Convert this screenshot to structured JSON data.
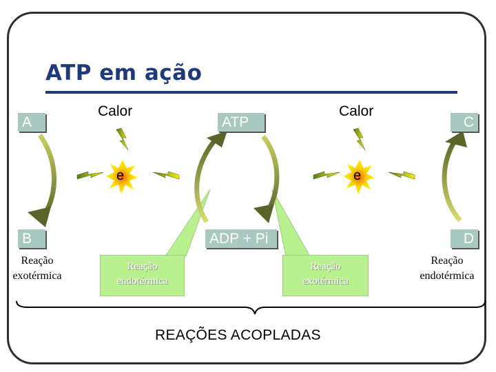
{
  "title": "ATP em ação",
  "labels": {
    "a": "A",
    "b": "B",
    "c": "C",
    "d": "D",
    "atp": "ATP",
    "adp": "ADP + Pi",
    "calor_left": "Calor",
    "calor_right": "Calor",
    "e_left": "e",
    "e_right": "e"
  },
  "reactions": {
    "left_line1": "Reação",
    "left_line2": "exotérmica",
    "mid_left_line1": "Reação",
    "mid_left_line2": "endotérmica",
    "mid_right_line1": "Reação",
    "mid_right_line2": "exotérmica",
    "right_line1": "Reação",
    "right_line2": "endotérmica"
  },
  "bottom_label": "REAÇÕES ACOPLADAS",
  "colors": {
    "title": "#1e3a78",
    "label_box": "#a8c8c0",
    "callout": "#b9f090",
    "arrow_light": "#c8d060",
    "arrow_dark": "#5a6428",
    "burst_yellow": "#f4f000",
    "burst_red": "#d02000"
  }
}
